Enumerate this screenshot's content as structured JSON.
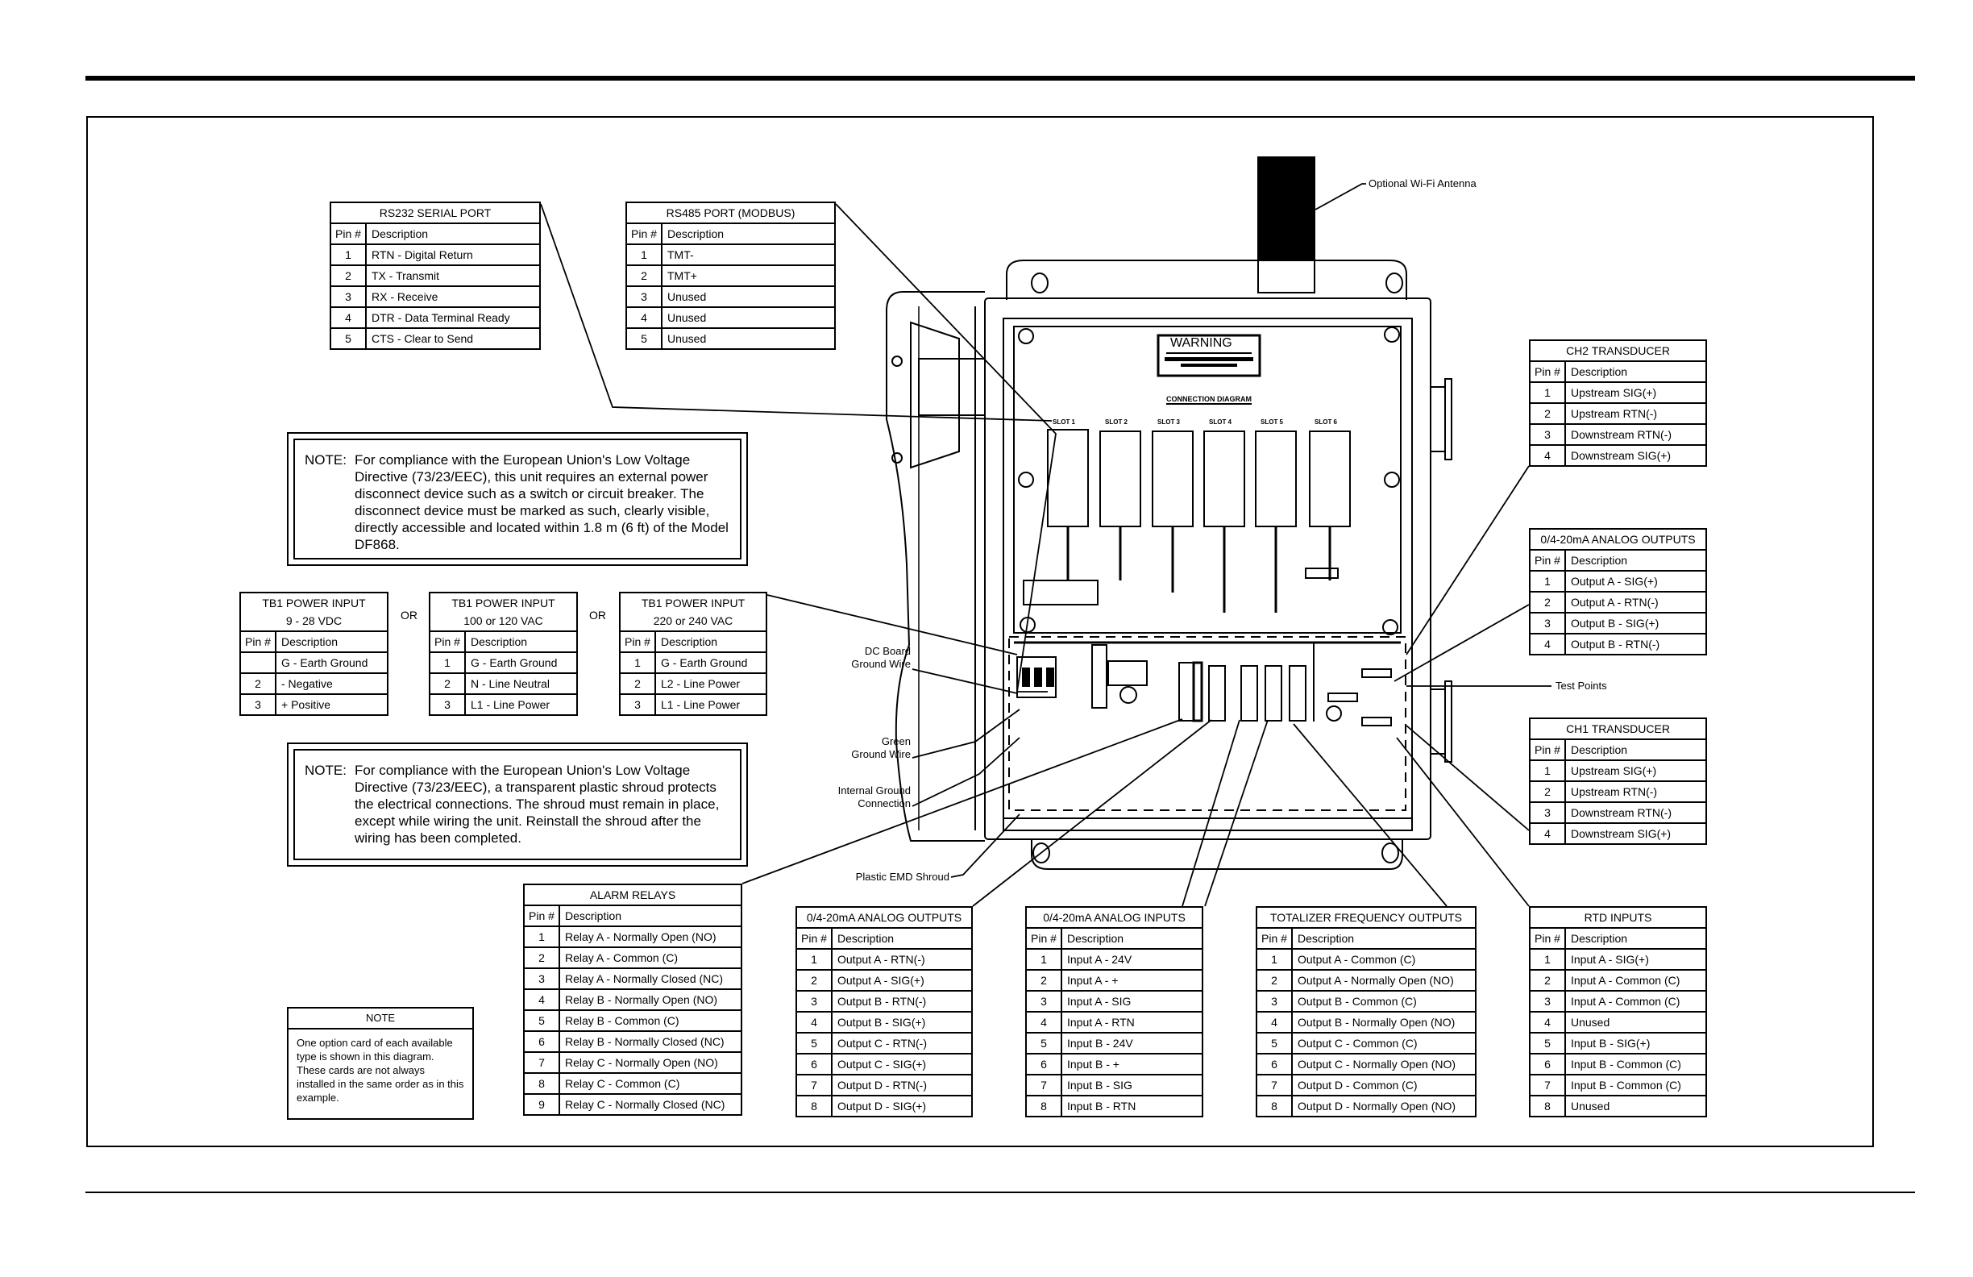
{
  "labels": {
    "antenna": "Optional Wi-Fi Antenna",
    "dc_ground_1": "DC Board",
    "dc_ground_2": "Ground Wire",
    "green_ground_1": "Green",
    "green_ground_2": "Ground Wire",
    "internal_ground_1": "Internal Ground",
    "internal_ground_2": "Connection",
    "shroud": "Plastic EMD Shroud",
    "test_points": "Test Points",
    "or_1": "OR",
    "or_2": "OR",
    "warning": "WARNING",
    "connection_diagram": "CONNECTION DIAGRAM",
    "slots": [
      "SLOT 1",
      "SLOT 2",
      "SLOT 3",
      "SLOT 4",
      "SLOT 5",
      "SLOT 6"
    ]
  },
  "notes": {
    "note1_label": "NOTE:",
    "note1_text": "For compliance with the European Union's Low Voltage Directive (73/23/EEC), this unit requires an external power disconnect device such as a switch or circuit breaker. The disconnect device must be marked as such, clearly visible, directly accessible and located within 1.8 m (6 ft) of the Model DF868.",
    "note2_label": "NOTE:",
    "note2_text": "For compliance with the European Union's Low Voltage Directive (73/23/EEC), a transparent plastic shroud protects the electrical connections. The shroud must remain in place, except while wiring the unit. Reinstall the shroud after the wiring has been completed.",
    "note3_title": "NOTE",
    "note3_text": "One option card of each available type is shown in this diagram. These cards are not always installed in the same order as in this example."
  },
  "tables": {
    "rs232": {
      "title": [
        "RS232 SERIAL PORT"
      ],
      "header": [
        "Pin #",
        "Description"
      ],
      "rows": [
        [
          "1",
          "RTN - Digital Return"
        ],
        [
          "2",
          "TX - Transmit"
        ],
        [
          "3",
          "RX - Receive"
        ],
        [
          "4",
          "DTR - Data Terminal Ready"
        ],
        [
          "5",
          "CTS - Clear to Send"
        ]
      ]
    },
    "rs485": {
      "title": [
        "RS485 PORT (MODBUS)"
      ],
      "header": [
        "Pin #",
        "Description"
      ],
      "rows": [
        [
          "1",
          "TMT-"
        ],
        [
          "2",
          "TMT+"
        ],
        [
          "3",
          "Unused"
        ],
        [
          "4",
          "Unused"
        ],
        [
          "5",
          "Unused"
        ]
      ]
    },
    "tb1_dc": {
      "title": [
        "TB1 POWER INPUT",
        "9 - 28 VDC"
      ],
      "header": [
        "Pin #",
        "Description"
      ],
      "rows": [
        [
          "",
          "G - Earth Ground"
        ],
        [
          "2",
          "- Negative"
        ],
        [
          "3",
          "+ Positive"
        ]
      ]
    },
    "tb1_120": {
      "title": [
        "TB1 POWER INPUT",
        "100 or 120 VAC"
      ],
      "header": [
        "Pin #",
        "Description"
      ],
      "rows": [
        [
          "1",
          "G - Earth Ground"
        ],
        [
          "2",
          "N - Line Neutral"
        ],
        [
          "3",
          "L1 - Line Power"
        ]
      ]
    },
    "tb1_240": {
      "title": [
        "TB1 POWER INPUT",
        "220 or 240 VAC"
      ],
      "header": [
        "Pin #",
        "Description"
      ],
      "rows": [
        [
          "1",
          "G - Earth Ground"
        ],
        [
          "2",
          "L2 - Line Power"
        ],
        [
          "3",
          "L1 - Line Power"
        ]
      ]
    },
    "alarm": {
      "title": [
        "ALARM RELAYS"
      ],
      "header": [
        "Pin #",
        "Description"
      ],
      "rows": [
        [
          "1",
          "Relay A - Normally Open (NO)"
        ],
        [
          "2",
          "Relay A - Common (C)"
        ],
        [
          "3",
          "Relay A - Normally Closed (NC)"
        ],
        [
          "4",
          "Relay B - Normally Open (NO)"
        ],
        [
          "5",
          "Relay B - Common (C)"
        ],
        [
          "6",
          "Relay B - Normally Closed (NC)"
        ],
        [
          "7",
          "Relay C - Normally Open (NO)"
        ],
        [
          "8",
          "Relay C - Common (C)"
        ],
        [
          "9",
          "Relay C - Normally Closed (NC)"
        ]
      ]
    },
    "aout8": {
      "title": [
        "0/4-20mA ANALOG OUTPUTS"
      ],
      "header": [
        "Pin #",
        "Description"
      ],
      "rows": [
        [
          "1",
          "Output A - RTN(-)"
        ],
        [
          "2",
          "Output A - SIG(+)"
        ],
        [
          "3",
          "Output B - RTN(-)"
        ],
        [
          "4",
          "Output B - SIG(+)"
        ],
        [
          "5",
          "Output C - RTN(-)"
        ],
        [
          "6",
          "Output C - SIG(+)"
        ],
        [
          "7",
          "Output D - RTN(-)"
        ],
        [
          "8",
          "Output D - SIG(+)"
        ]
      ]
    },
    "ain": {
      "title": [
        "0/4-20mA ANALOG INPUTS"
      ],
      "header": [
        "Pin #",
        "Description"
      ],
      "rows": [
        [
          "1",
          "Input A - 24V"
        ],
        [
          "2",
          "Input A - +"
        ],
        [
          "3",
          "Input A - SIG"
        ],
        [
          "4",
          "Input A - RTN"
        ],
        [
          "5",
          "Input B - 24V"
        ],
        [
          "6",
          "Input B - +"
        ],
        [
          "7",
          "Input B - SIG"
        ],
        [
          "8",
          "Input B - RTN"
        ]
      ]
    },
    "tot": {
      "title": [
        "TOTALIZER FREQUENCY OUTPUTS"
      ],
      "header": [
        "Pin #",
        "Description"
      ],
      "rows": [
        [
          "1",
          "Output A - Common (C)"
        ],
        [
          "2",
          "Output A - Normally Open (NO)"
        ],
        [
          "3",
          "Output B - Common (C)"
        ],
        [
          "4",
          "Output B - Normally Open (NO)"
        ],
        [
          "5",
          "Output C - Common (C)"
        ],
        [
          "6",
          "Output C - Normally Open (NO)"
        ],
        [
          "7",
          "Output D - Common (C)"
        ],
        [
          "8",
          "Output D - Normally Open (NO)"
        ]
      ]
    },
    "rtd": {
      "title": [
        "RTD INPUTS"
      ],
      "header": [
        "Pin #",
        "Description"
      ],
      "rows": [
        [
          "1",
          "Input A - SIG(+)"
        ],
        [
          "2",
          "Input A - Common (C)"
        ],
        [
          "3",
          "Input A - Common (C)"
        ],
        [
          "4",
          "Unused"
        ],
        [
          "5",
          "Input B - SIG(+)"
        ],
        [
          "6",
          "Input B - Common (C)"
        ],
        [
          "7",
          "Input B - Common (C)"
        ],
        [
          "8",
          "Unused"
        ]
      ]
    },
    "ch2": {
      "title": [
        "CH2 TRANSDUCER"
      ],
      "header": [
        "Pin #",
        "Description"
      ],
      "rows": [
        [
          "1",
          "Upstream SIG(+)"
        ],
        [
          "2",
          "Upstream RTN(-)"
        ],
        [
          "3",
          "Downstream RTN(-)"
        ],
        [
          "4",
          "Downstream SIG(+)"
        ]
      ]
    },
    "aout4": {
      "title": [
        "0/4-20mA ANALOG OUTPUTS"
      ],
      "header": [
        "Pin #",
        "Description"
      ],
      "rows": [
        [
          "1",
          "Output A - SIG(+)"
        ],
        [
          "2",
          "Output A - RTN(-)"
        ],
        [
          "3",
          "Output B - SIG(+)"
        ],
        [
          "4",
          "Output B - RTN(-)"
        ]
      ]
    },
    "ch1": {
      "title": [
        "CH1 TRANSDUCER"
      ],
      "header": [
        "Pin #",
        "Description"
      ],
      "rows": [
        [
          "1",
          "Upstream SIG(+)"
        ],
        [
          "2",
          "Upstream RTN(-)"
        ],
        [
          "3",
          "Downstream RTN(-)"
        ],
        [
          "4",
          "Downstream SIG(+)"
        ]
      ]
    }
  }
}
